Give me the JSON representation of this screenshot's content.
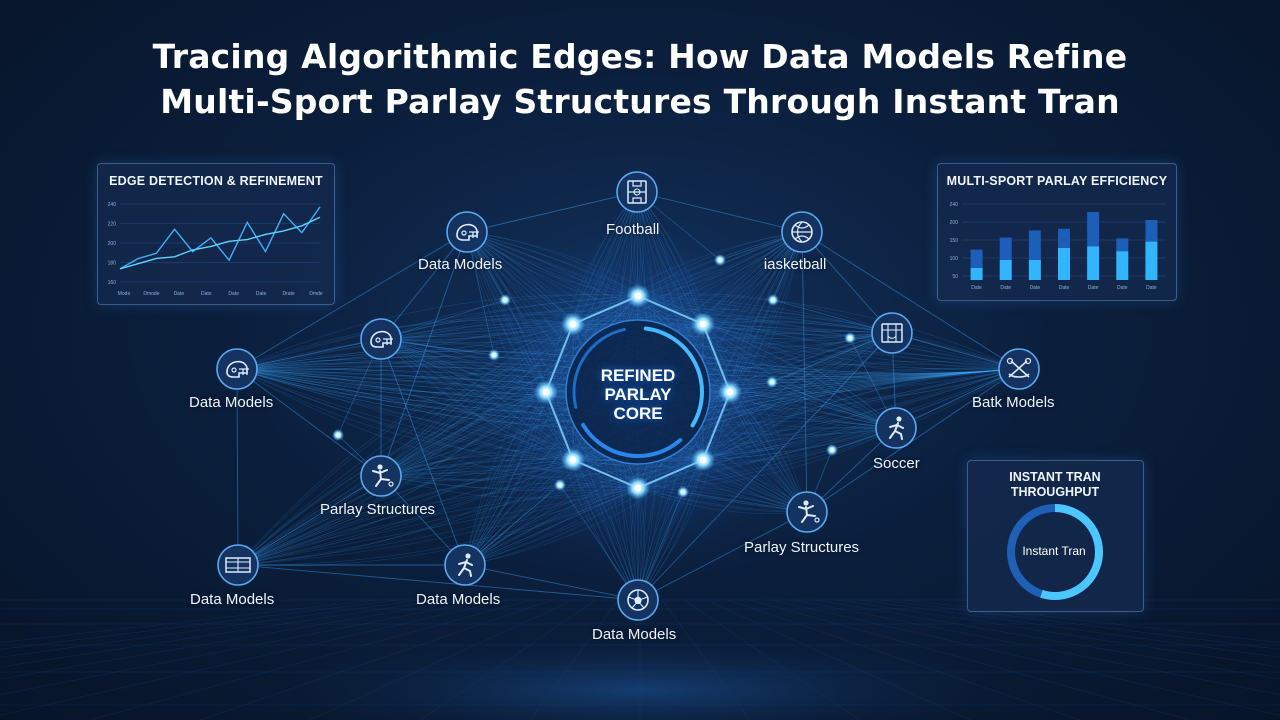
{
  "title": {
    "line1": "Tracing Algorithmic Edges: How Data Models Refine",
    "line2": "Multi-Sport Parlay Structures Through Instant Tran"
  },
  "colors": {
    "accent": "#3fa9ff",
    "glow": "#8fe0ff",
    "panel_bg": "#142a4e",
    "panel_border": "#3a5d8c",
    "bar_light": "#33b4ff",
    "bar_dark": "#1d5fb8"
  },
  "core": {
    "line1": "REFINED",
    "line2": "PARLAY",
    "line3": "CORE"
  },
  "nodes": [
    {
      "id": "n0",
      "icon": "football-field-icon",
      "label": "Football"
    },
    {
      "id": "n1",
      "icon": "helmet-icon",
      "label": "Data Models"
    },
    {
      "id": "n2",
      "icon": "basketball-icon",
      "label": "Ꭵasketball"
    },
    {
      "id": "n3",
      "icon": "helmet-icon",
      "label": ""
    },
    {
      "id": "n4",
      "icon": "helmet-icon",
      "label": "Data Models"
    },
    {
      "id": "n5",
      "icon": "goal-net-icon",
      "label": ""
    },
    {
      "id": "n6",
      "icon": "crossed-sticks-icon",
      "label": "Batk Models"
    },
    {
      "id": "n7",
      "icon": "runner-icon",
      "label": "Soccer"
    },
    {
      "id": "n8",
      "icon": "kicker-icon",
      "label": "Parlay Structures"
    },
    {
      "id": "n9",
      "icon": "kicker-icon",
      "label": "Parlay Structures"
    },
    {
      "id": "n10",
      "icon": "court-icon",
      "label": "Data Models"
    },
    {
      "id": "n11",
      "icon": "runner-icon",
      "label": "Data Models"
    },
    {
      "id": "n12",
      "icon": "soccer-ball-icon",
      "label": "Data Models"
    }
  ],
  "edge_panel": {
    "title": "EDGE DETECTION & REFINEMENT",
    "y_ticks": [
      "240",
      "220",
      "200",
      "180",
      "160"
    ],
    "x_ticks": [
      "Mode",
      "Dmode",
      "Date",
      "Date",
      "Date",
      "Date",
      "Drate",
      "Dmde"
    ],
    "series": [
      {
        "values": [
          20,
          32,
          38,
          66,
          40,
          56,
          30,
          74,
          40,
          84,
          62,
          92
        ]
      },
      {
        "values": [
          20,
          26,
          32,
          34,
          42,
          46,
          52,
          54,
          60,
          64,
          70,
          80
        ]
      }
    ]
  },
  "efficiency_panel": {
    "title": "MULTI-SPORT PARLAY EFFICIENCY",
    "y_ticks": [
      "240",
      "200",
      "150",
      "100",
      "50"
    ],
    "x_ticks": [
      "Date",
      "Date",
      "Date",
      "Date",
      "Date",
      "Date",
      "Date"
    ],
    "bars": [
      {
        "top": 38,
        "base": 15
      },
      {
        "top": 53,
        "base": 25
      },
      {
        "top": 62,
        "base": 25
      },
      {
        "top": 64,
        "base": 40
      },
      {
        "top": 85,
        "base": 42
      },
      {
        "top": 52,
        "base": 36
      },
      {
        "top": 75,
        "base": 48
      }
    ]
  },
  "throughput_panel": {
    "title_line1": "INSTANT TRAN",
    "title_line2": "THROUGHPUT",
    "center": "Instant Tran",
    "fraction": 0.55
  }
}
